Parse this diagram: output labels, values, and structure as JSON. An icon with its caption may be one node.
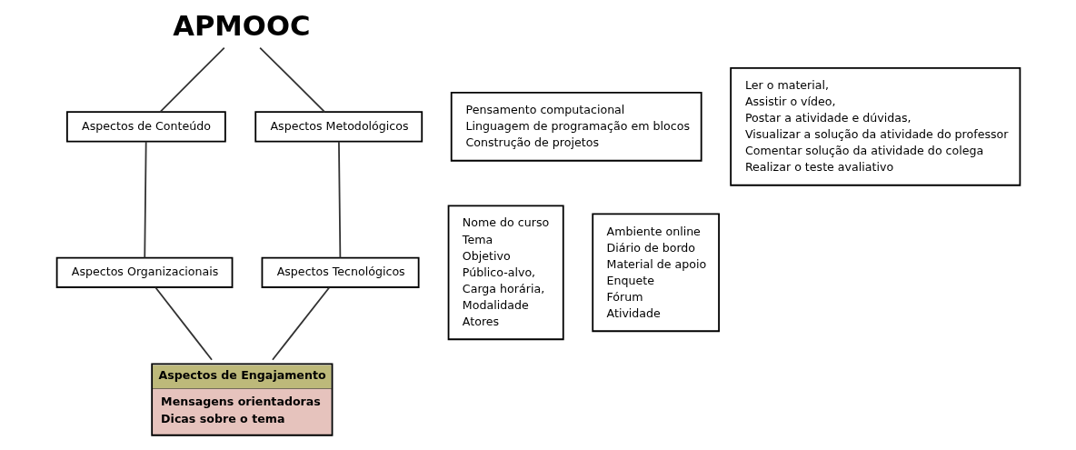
{
  "diagram": {
    "nodes": [
      {
        "text": [
          "APMOOC"
        ]
      },
      {
        "text": [
          "Pensamento computacional",
          "Linguagem de programação em blocos",
          "Construção de projetos"
        ]
      },
      {
        "text": [
          "Aspectos de Conteúdo"
        ]
      },
      {
        "text": [
          "Ler o material,",
          "Assistir o vídeo,",
          "Postar a atividade e dúvidas,",
          "Visualizar a solução da atividade do professor",
          "Comentar solução da atividade do colega",
          "Realizar o teste avaliativo"
        ]
      },
      {
        "text": [
          "Aspectos Metodológicos"
        ]
      },
      {
        "text": [
          "Aspectos Organizacionais"
        ]
      },
      {
        "text": [
          "Nome do curso",
          "Tema",
          "Objetivo",
          "Público-alvo,",
          "Carga horária,",
          "Modalidade",
          "Atores"
        ]
      },
      {
        "text": [
          "Aspectos Tecnológicos"
        ]
      },
      {
        "text": [
          "Ambiente online",
          "Diário de bordo",
          "Material de apoio",
          "Enquete",
          "Fórum",
          "Atividade"
        ]
      },
      {
        "text": [
          "Aspectos de Engajamento",
          "Mensagens orientadoras",
          "Dicas sobre o tema"
        ]
      }
    ],
    "edges": [
      {
        "from": 0,
        "to": 2,
        "arrow": "none"
      },
      {
        "from": 0,
        "to": 4,
        "arrow": "none"
      },
      {
        "from": 2,
        "to": 5,
        "arrow": "none"
      },
      {
        "from": 4,
        "to": 7,
        "arrow": "none"
      },
      {
        "from": 5,
        "to": 9,
        "arrow": "none"
      },
      {
        "from": 7,
        "to": 9,
        "arrow": "none"
      }
    ]
  }
}
